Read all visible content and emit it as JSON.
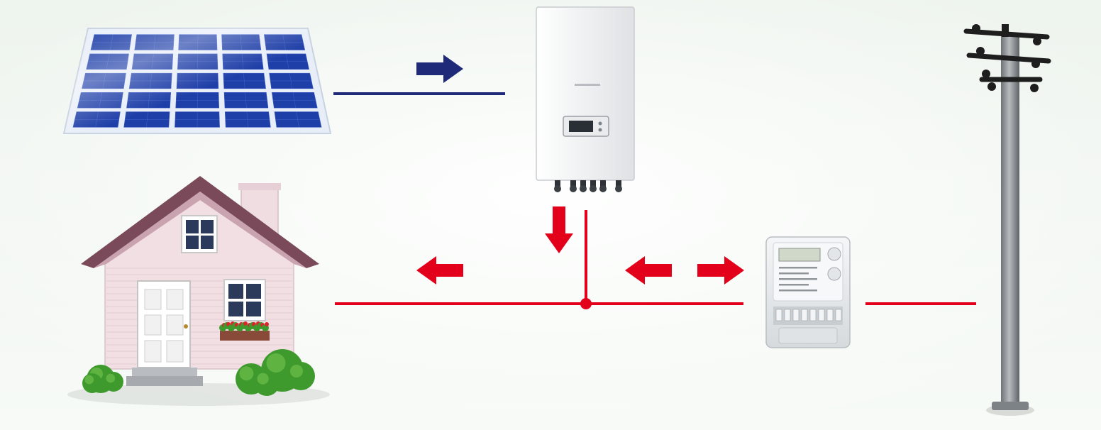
{
  "diagram": {
    "nodes": [
      {
        "id": "solar-panel",
        "icon": "solar-panel-icon"
      },
      {
        "id": "inverter",
        "icon": "inverter-icon"
      },
      {
        "id": "house",
        "icon": "house-icon"
      },
      {
        "id": "energy-meter",
        "icon": "energy-meter-icon"
      },
      {
        "id": "utility-pole",
        "icon": "utility-pole-icon"
      }
    ],
    "flows": [
      {
        "from": "solar-panel",
        "to": "inverter",
        "kind": "dc"
      },
      {
        "from": "inverter",
        "to": "junction",
        "kind": "ac"
      },
      {
        "from": "junction",
        "to": "house",
        "kind": "ac"
      },
      {
        "from": "energy-meter",
        "to": "junction",
        "kind": "ac"
      },
      {
        "from": "junction",
        "to": "energy-meter",
        "kind": "ac"
      },
      {
        "from": "energy-meter",
        "to": "utility-pole",
        "kind": "ac",
        "arrow": false
      }
    ]
  },
  "colors": {
    "background_top": "#eef4ee",
    "background_bottom": "#f7faf7",
    "dc_line": "#1f2a78",
    "ac_line": "#e3001b",
    "panel_cell": "#1f3fa8",
    "panel_frame": "#e8eef8",
    "house_wall": "#f2dfe3",
    "house_roof": "#7a4a5a",
    "window": "#2b3a5a",
    "inverter_body": "#f3f4f5",
    "meter_body": "#e9ecee",
    "pole": "#8d9296",
    "foliage": "#3f9a2e",
    "flowers": "#d8262a"
  }
}
